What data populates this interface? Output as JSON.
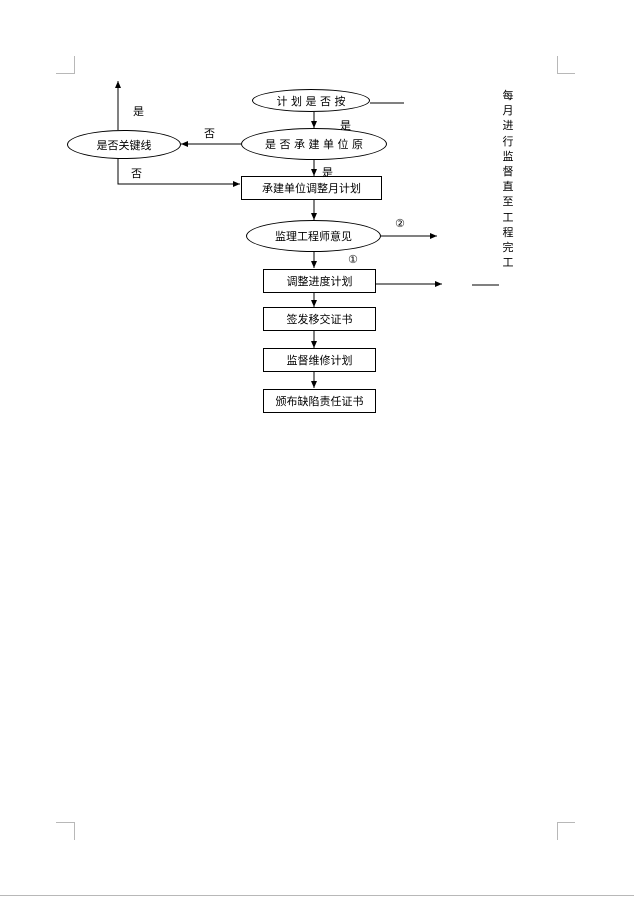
{
  "nodes": {
    "plan_check": "计 划 是 否 按",
    "key_line": "是否关键线",
    "contractor_check": "是 否 承 建 单 位 原",
    "contractor_adjust": "承建单位调整月计划",
    "engineer_opinion": "监理工程师意见",
    "adjust_schedule": "调整进度计划",
    "sign_handover": "签发移交证书",
    "supervise_repair": "监督维修计划",
    "issue_defect": "颁布缺陷责任证书"
  },
  "labels": {
    "yes_up": "是",
    "no_top": "否",
    "yes_mid": "是",
    "no_left": "否",
    "yes_below": "是",
    "circle_two": "②",
    "circle_one": "①"
  },
  "side_note": "每月进行监督直至工程完工"
}
